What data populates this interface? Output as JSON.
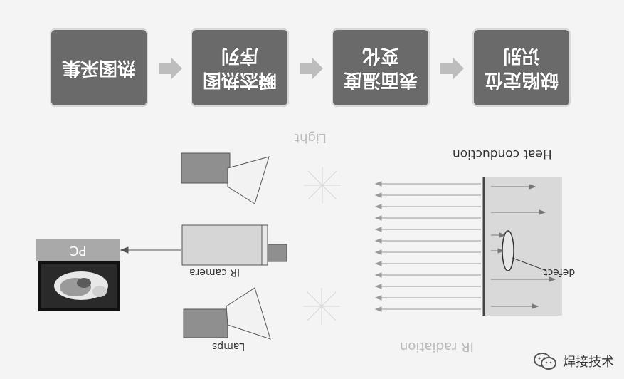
{
  "steps": [
    {
      "text": "热图采集",
      "key": "s1"
    },
    {
      "text": "瞬态热图序列",
      "key": "s2"
    },
    {
      "text": "表面温度变化",
      "key": "s3"
    },
    {
      "text": "缺陷定位识别",
      "key": "s4"
    }
  ],
  "labels": {
    "light": "Light",
    "heat_conduction": "Heat conduction",
    "pc": "PC",
    "ir_camera": "IR camera",
    "lamps": "Lamps",
    "defect": "defect",
    "ir_radiation": "IR radiation"
  },
  "watermark": {
    "text": "焊接技术",
    "icon": "wechat-icon"
  },
  "colors": {
    "box": "#6a6a6a",
    "arrow": "#bdbdbd",
    "device": "#8f8f8f",
    "panel": "#d9d9d9"
  }
}
